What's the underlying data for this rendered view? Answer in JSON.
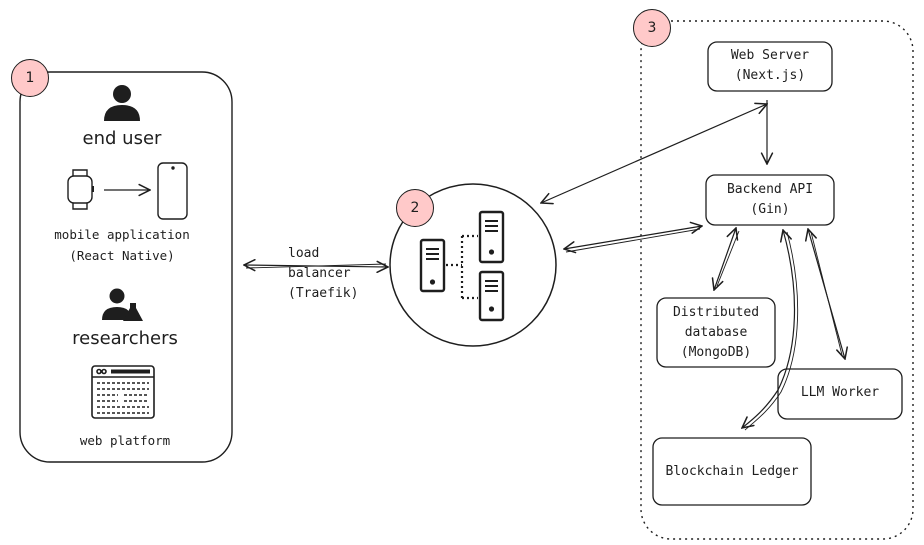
{
  "badges": {
    "clients": "1",
    "load_balancer": "2",
    "backend": "3"
  },
  "clients": {
    "end_user": "end user",
    "mobile_line1": "mobile application",
    "mobile_line2": "(React Native)",
    "researchers": "researchers",
    "web_platform": "web platform"
  },
  "load_balancer": {
    "line1": "load",
    "line2": "balancer",
    "line3": "(Traefik)"
  },
  "services": {
    "web_server_line1": "Web Server",
    "web_server_line2": "(Next.js)",
    "backend_api_line1": "Backend API",
    "backend_api_line2": "(Gin)",
    "database_line1": "Distributed",
    "database_line2": "database",
    "database_line3": "(MongoDB)",
    "llm_worker": "LLM Worker",
    "blockchain": "Blockchain Ledger"
  },
  "colors": {
    "stroke": "#1e1e1e",
    "badge_fill": "#ffc9c9",
    "background": "#ffffff"
  }
}
